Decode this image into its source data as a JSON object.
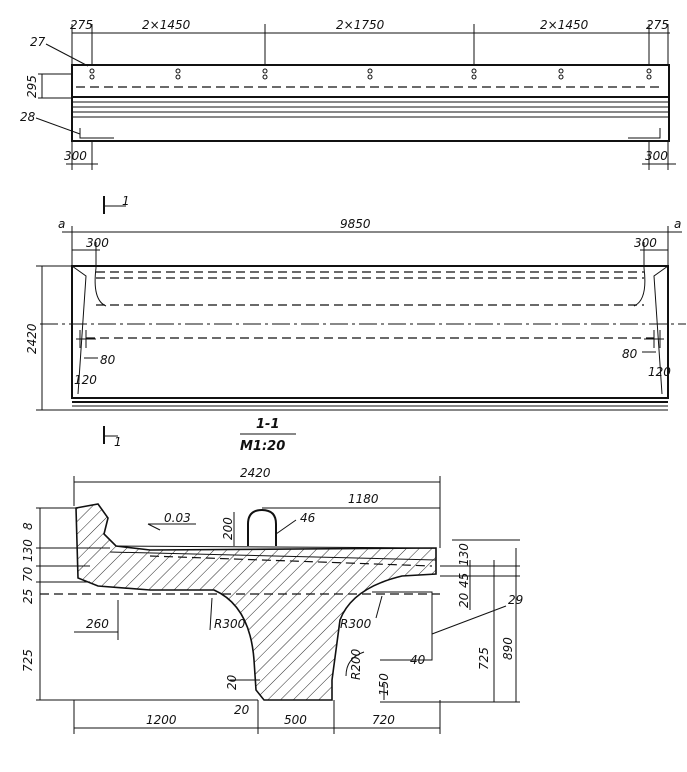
{
  "plan_view": {
    "dims_top": [
      "275",
      "2×1450",
      "2×1750",
      "2×1450",
      "275"
    ],
    "dim_height": "295",
    "dims_bottom": [
      "300",
      "300"
    ],
    "callouts": [
      "27",
      "28"
    ]
  },
  "elevation_view": {
    "section_mark": "1",
    "side_marks": [
      "a",
      "a"
    ],
    "length": "9850",
    "end_dims": [
      "300",
      "300"
    ],
    "height": "2420",
    "small_dims_left": [
      "80",
      "120"
    ],
    "small_dims_right": [
      "80",
      "120"
    ]
  },
  "section_title": {
    "name": "1-1",
    "scale": "M1:20"
  },
  "cross_section": {
    "width": "2420",
    "flange_width": "1180",
    "slope": "0.03",
    "callouts": [
      "46",
      "29"
    ],
    "dims_left": [
      "8",
      "130",
      "70",
      "25"
    ],
    "dims_right": [
      "130",
      "45",
      "20",
      "725",
      "890"
    ],
    "top_dims": [
      "200"
    ],
    "offset_left": "260",
    "radius_left": "R300",
    "radius_right": "R300",
    "radius_small": "R200",
    "small_dims": [
      "20",
      "20",
      "150",
      "40"
    ],
    "web_height": "725",
    "bottom_dims": [
      "1200",
      "500",
      "720"
    ]
  }
}
